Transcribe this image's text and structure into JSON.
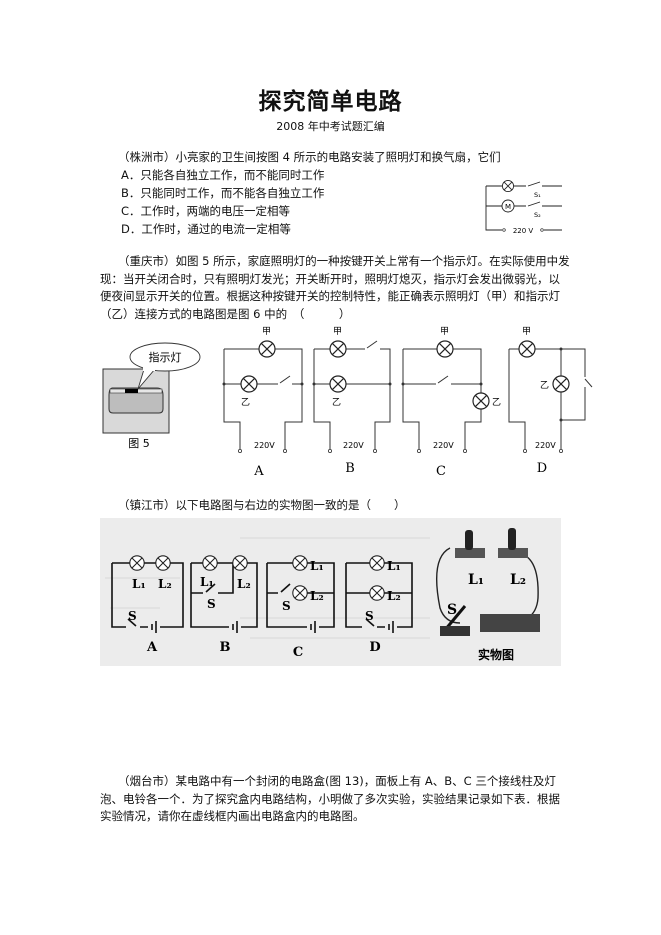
{
  "title": "探究简单电路",
  "subtitle": "2008 年中考试题汇编",
  "q1": {
    "stem": "（株洲市）小亮家的卫生间按图 4 所示的电路安装了照明灯和换气扇，它们",
    "options": [
      "A．只能各自独立工作，而不能同时工作",
      "B．只能同时工作，而不能各自独立工作",
      "C．工作时，两端的电压一定相等",
      "D．工作时，通过的电流一定相等"
    ],
    "figure": {
      "s1": "S₁",
      "s2": "S₂",
      "motor": "M",
      "voltage": "220 V"
    }
  },
  "q2": {
    "text": "（重庆市）如图 5 所示，家庭照明灯的一种按键开关上常有一个指示灯。在实际使用中发现：当开关闭合时，只有照明灯发光；开关断开时，照明灯熄灭，指示灯会发出微弱光，以便夜间显示开关的位置。根据这种按键开关的控制特性，能正确表示照明灯（甲）和指示灯（乙）连接方式的电路图是图 6 中的　（　　　）",
    "fig5": {
      "bubble": "指示灯",
      "caption": "图 5"
    },
    "fig6": {
      "jia": "甲",
      "yi": "乙",
      "voltage": "220V",
      "labels": [
        "A",
        "B",
        "C",
        "D"
      ]
    }
  },
  "q3": {
    "text": "（镇江市）以下电路图与右边的实物图一致的是（　　）",
    "figure": {
      "l1": "L₁",
      "l2": "L₂",
      "s": "S",
      "labels": [
        "A",
        "B",
        "C",
        "D"
      ],
      "photo_caption": "实物图"
    }
  },
  "q4": {
    "text": "（烟台市）某电路中有一个封闭的电路盒(图 13)，面板上有 A、B、C 三个接线柱及灯泡、电铃各一个．为了探究盒内电路结构，小明做了多次实验，实验结果记录如下表．根据实验情况，请你在虚线框内画出电路盒内的电路图。"
  }
}
